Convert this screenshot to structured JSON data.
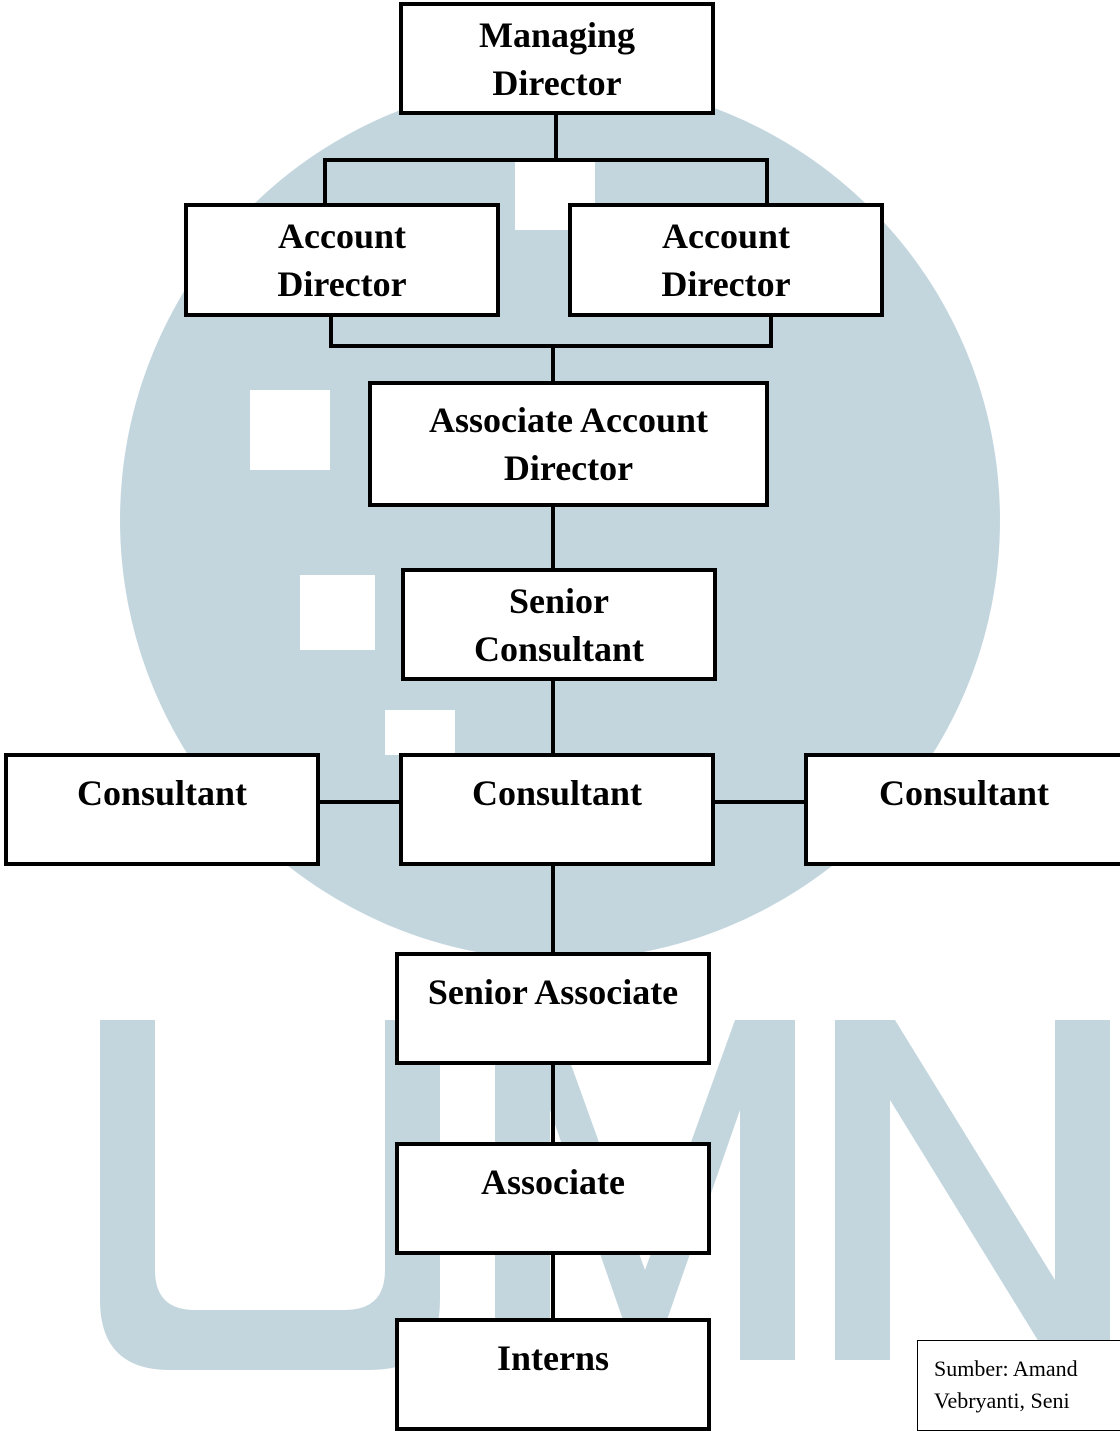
{
  "watermark": {
    "text": "UMN",
    "color": "#c3d6de"
  },
  "nodes": {
    "managing_director": {
      "line1": "Managing",
      "line2": "Director"
    },
    "account_director_1": {
      "line1": "Account",
      "line2": "Director"
    },
    "account_director_2": {
      "line1": "Account",
      "line2": "Director"
    },
    "associate_account_director": {
      "line1": "Associate Account",
      "line2": "Director"
    },
    "senior_consultant": {
      "line1": "Senior",
      "line2": "Consultant"
    },
    "consultant_left": {
      "label": "Consultant"
    },
    "consultant_middle": {
      "label": "Consultant"
    },
    "consultant_right": {
      "label": "Consultant"
    },
    "senior_associate": {
      "label": "Senior Associate"
    },
    "associate": {
      "label": "Associate"
    },
    "interns": {
      "label": "Interns"
    }
  },
  "source": {
    "line1": "Sumber: Amand",
    "line2": "Vebryanti, Seni"
  }
}
